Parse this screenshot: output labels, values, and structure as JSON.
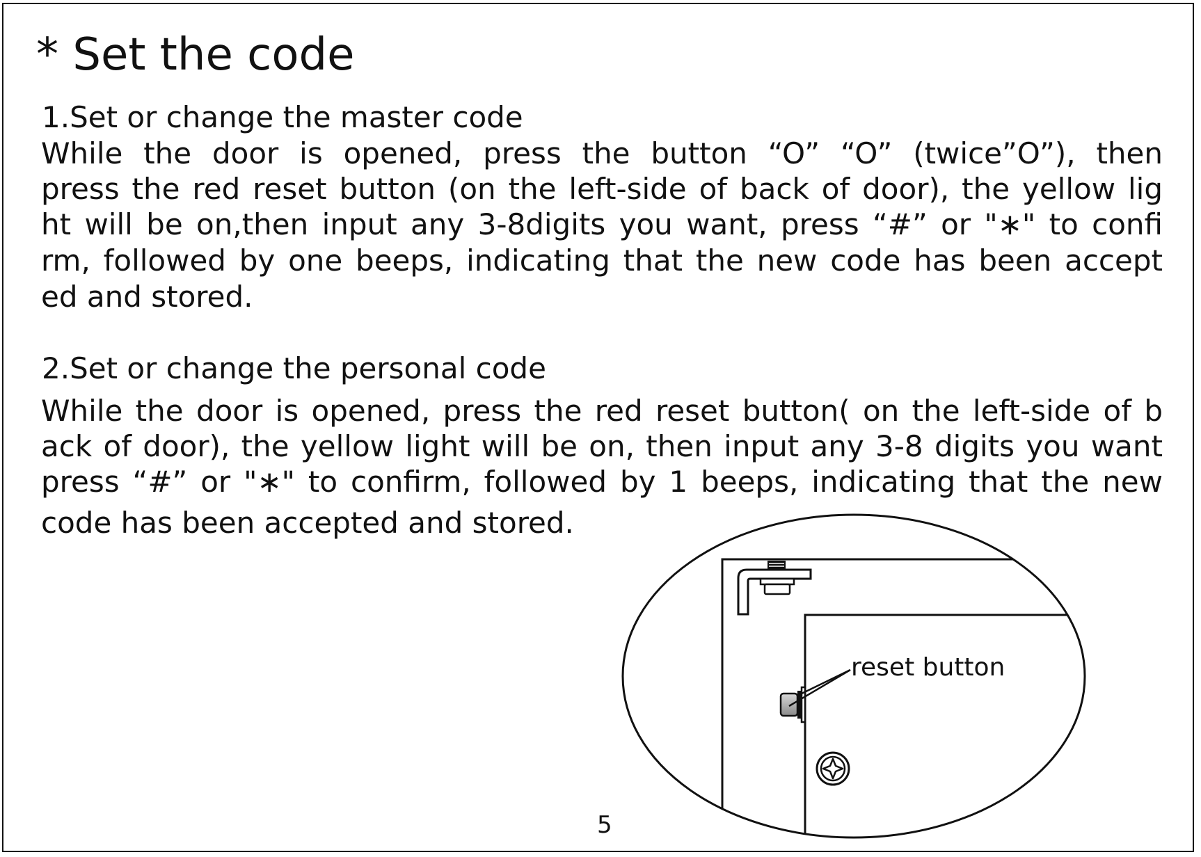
{
  "title": "* Set the code",
  "sections": [
    {
      "heading": "1.Set or change the master code",
      "lines": [
        "While the door is opened, press the button “O”  “O” (twice”O”), then",
        "press the red reset button (on the left-side of back of door), the yellow lig",
        "ht will be on,then input any 3-8digits you want, press “#” or \"∗\" to confi",
        "rm, followed by one beeps, indicating that the new code has been accept",
        "ed and stored."
      ]
    },
    {
      "heading": "2.Set or change the personal code",
      "lines": [
        "While the door is opened, press the red reset button( on the left-side of b",
        "ack of door), the yellow light will be on, then input any 3-8 digits you want",
        "press “#” or \"∗\" to confirm, followed by 1 beeps, indicating that the new",
        "code has been accepted and stored."
      ]
    }
  ],
  "figure": {
    "callout_label": "reset button"
  },
  "page_number": "5"
}
